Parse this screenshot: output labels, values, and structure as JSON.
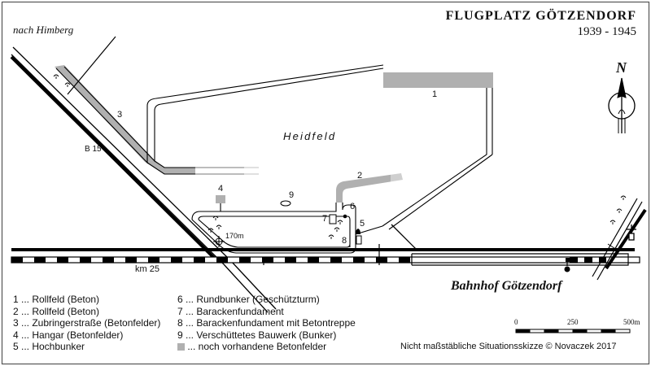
{
  "title": "FLUGPLATZ GÖTZENDORF",
  "years": "1939 - 1945",
  "direction_label": "nach Himberg",
  "road_label": "B 15",
  "km_label": "km 25",
  "area_label": "Heidfeld",
  "distance_label": "170m",
  "station_label": "Bahnhof Götzendorf",
  "north_label": "N",
  "markers": [
    "1",
    "2",
    "3",
    "4",
    "5",
    "6",
    "7",
    "8",
    "9"
  ],
  "legend": {
    "left": [
      "1 ... Rollfeld (Beton)",
      "2 ... Rollfeld (Beton)",
      "3 ... Zubringerstraße (Betonfelder)",
      "4 ... Hangar (Betonfelder)",
      "5 ... Hochbunker"
    ],
    "right": [
      "6 ... Rundbunker (Geschützturm)",
      "7 ... Barackenfundament",
      "8 ... Barackenfundament mit Betontreppe",
      "9 ... Verschüttetes Bauwerk (Bunker)"
    ],
    "swatch_text": "... noch vorhandene Betonfelder"
  },
  "scale": {
    "labels": [
      "0",
      "250",
      "500m"
    ]
  },
  "credit": "Nicht maßstäbliche Situationsskizze © Novaczek 2017",
  "colors": {
    "concrete": "#b0b0b0",
    "line": "#000000",
    "frame": "#555555"
  }
}
